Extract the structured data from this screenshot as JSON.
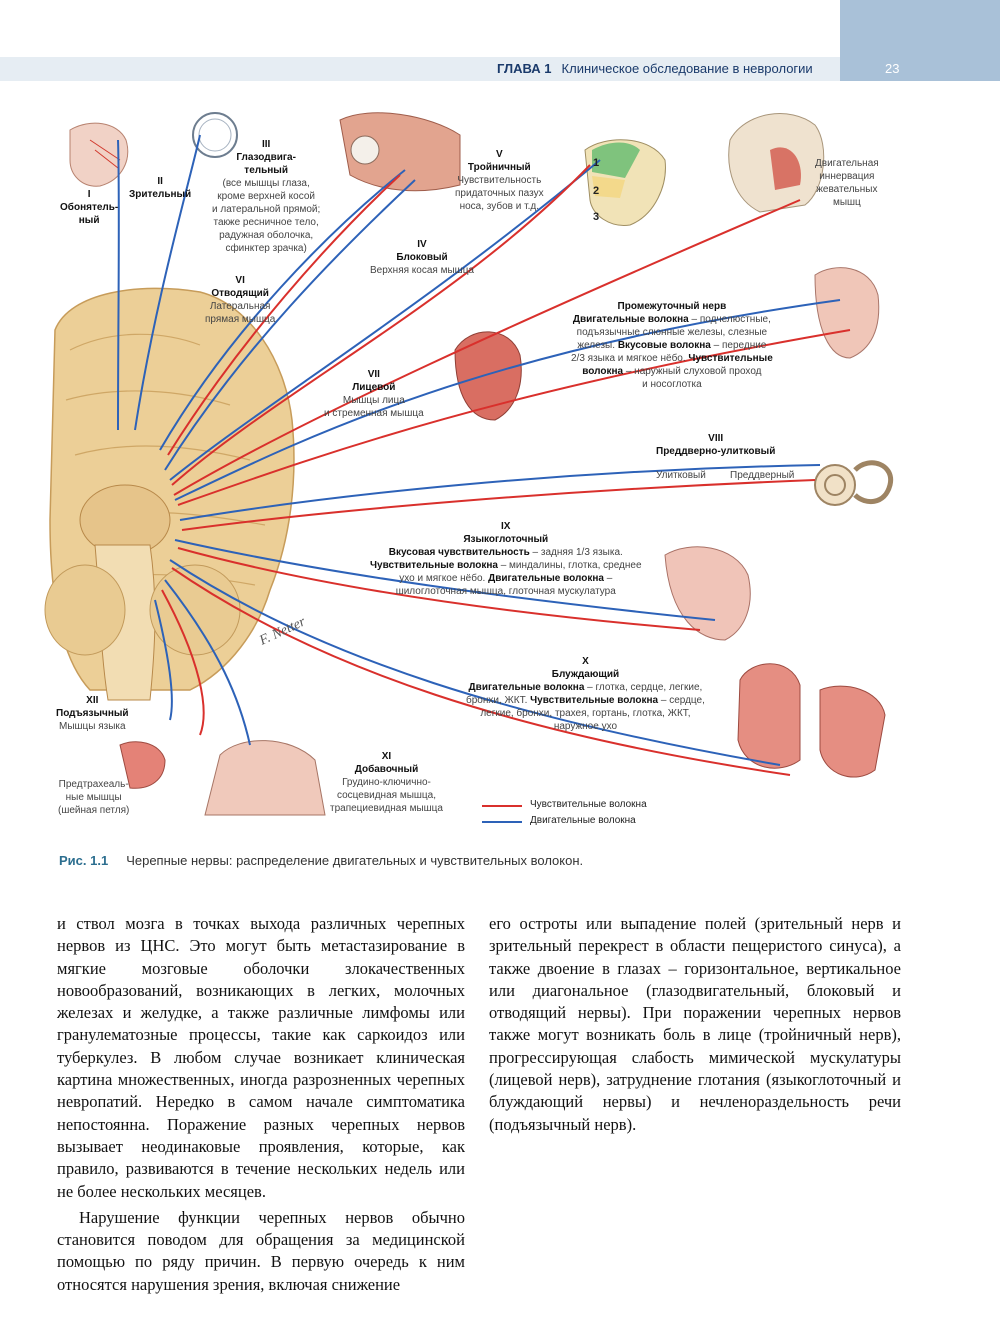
{
  "header": {
    "chapter_label": "ГЛАВА 1",
    "chapter_title": "Клиническое обследование в неврологии",
    "page_number": "23"
  },
  "colors": {
    "sensory": "#d9302c",
    "motor": "#2d62b8",
    "header_band": "#e6edf3",
    "page_tab": "#a9c1d8"
  },
  "figure": {
    "nerves": {
      "n1": {
        "num": "I",
        "name": "Обонятель-\nный"
      },
      "n2": {
        "num": "II",
        "name": "Зрительный"
      },
      "n3": {
        "num": "III",
        "name": "Глазодвига-\nтельный",
        "desc": "(все мышцы глаза,\nкроме верхней косой\nи латеральной прямой;\nтакже ресничное тело,\nрадужная оболочка,\nсфинктер зрачка)"
      },
      "n4": {
        "num": "IV",
        "name": "Блоковый",
        "desc": "Верхняя косая мышца"
      },
      "n5": {
        "num": "V",
        "name": "Тройничный",
        "desc": "Чувствительность\nпридаточных пазух\nноса, зубов и т.д.",
        "branches": [
          "1",
          "2",
          "3"
        ]
      },
      "n6": {
        "num": "VI",
        "name": "Отводящий",
        "desc": "Латеральная\nпрямая мышца"
      },
      "n7": {
        "num": "VII",
        "name": "Лицевой",
        "desc": "Мышцы лица\nи стременная мышца"
      },
      "n8": {
        "num": "VIII",
        "name": "Преддверно-улитковый",
        "cochlear": "Улитковый",
        "vestibular": "Преддверный"
      },
      "n9": {
        "num": "IX",
        "name": "Языкоглоточный"
      },
      "n10": {
        "num": "X",
        "name": "Блуждающий"
      },
      "n11": {
        "num": "XI",
        "name": "Добавочный",
        "desc": "Грудино-ключично-\nсосцевидная мышца,\nтрапециевидная мышца"
      },
      "n12": {
        "num": "XII",
        "name": "Подъязычный",
        "desc": "Мышцы языка"
      }
    },
    "intermediate": {
      "title": "Промежуточный нерв",
      "motor_b": "Двигательные волокна",
      "motor_t": " – подчелюстные,\nподъязычные слюнные железы, слезные\nжелезы. ",
      "taste_b": "Вкусовые волокна",
      "taste_t": " – передние\n2/3 языка и мягкое нёбо. ",
      "sens_b": "Чувствительные\nволокна",
      "sens_t": " – наружный слуховой проход\nи носоглотка"
    },
    "ix_desc": {
      "taste_b": "Вкусовая чувствительность",
      "taste_t": " – задняя 1/3 языка.\n",
      "sens_b": "Чувствительные волокна",
      "sens_t": " – миндалины, глотка, среднее\nухо и мягкое нёбо. ",
      "motor_b": "Двигательные волокна",
      "motor_t": " –\nшилоглоточная мышца, глоточная мускулатура"
    },
    "x_desc": {
      "motor_b": "Двигательные волокна",
      "motor_t": " – глотка, сердце, легкие,\nбронхи, ЖКТ. ",
      "sens_b": "Чувствительные волокна",
      "sens_t": " – сердце,\nлегкие, бронхи, трахея, гортань, глотка, ЖКТ,\nнаружное ухо"
    },
    "masticatory": "Двигательная\nиннервация\nжевательных\nмышц",
    "pretracheal": "Предтрахеаль-\nные мышцы\n(шейная петля)",
    "signature": "F. Netter",
    "legend": {
      "sensory": "Чувствительные волокна",
      "motor": "Двигательные волокна"
    }
  },
  "caption": {
    "number": "Рис. 1.1",
    "text": "Черепные нервы: распределение двигательных и чувствительных волокон."
  },
  "body": {
    "left": {
      "p1": "и ствол мозга в точках выхода различных черепных нервов из ЦНС. Это могут быть метастазирование в мягкие мозговые оболочки злокачественных новообразований, возникающих в легких, молочных железах и желудке, а также различные лимфомы или гранулематозные процессы, такие как саркоидоз или туберкулез. В любом случае возникает клиническая картина множественных, иногда разрозненных черепных невропатий. Нередко в самом начале симптоматика непостоянна. Поражение разных черепных нервов вызывает неодинаковые проявления, которые, как правило, развиваются в течение нескольких недель или не более нескольких месяцев.",
      "p2": "Нарушение функции черепных нервов обычно становится поводом для обращения за медицинской помощью по ряду причин. В первую очередь к ним относятся нарушения зрения, включая снижение"
    },
    "right": {
      "p1": "его остроты или выпадение полей (зрительный нерв и зрительный перекрест в области пещеристого синуса), а также двоение в глазах – горизонтальное, вертикальное или диагональное (глазодвигательный, блоковый и отводящий нервы). При поражении черепных нервов также могут возникать боль в лице (тройничный нерв), прогрессирующая слабость мимической мускулатуры (лицевой нерв), затруднение глотания (языкоглоточный и блуждающий нервы) и нечленораздельность речи (подъязычный нерв)."
    }
  }
}
